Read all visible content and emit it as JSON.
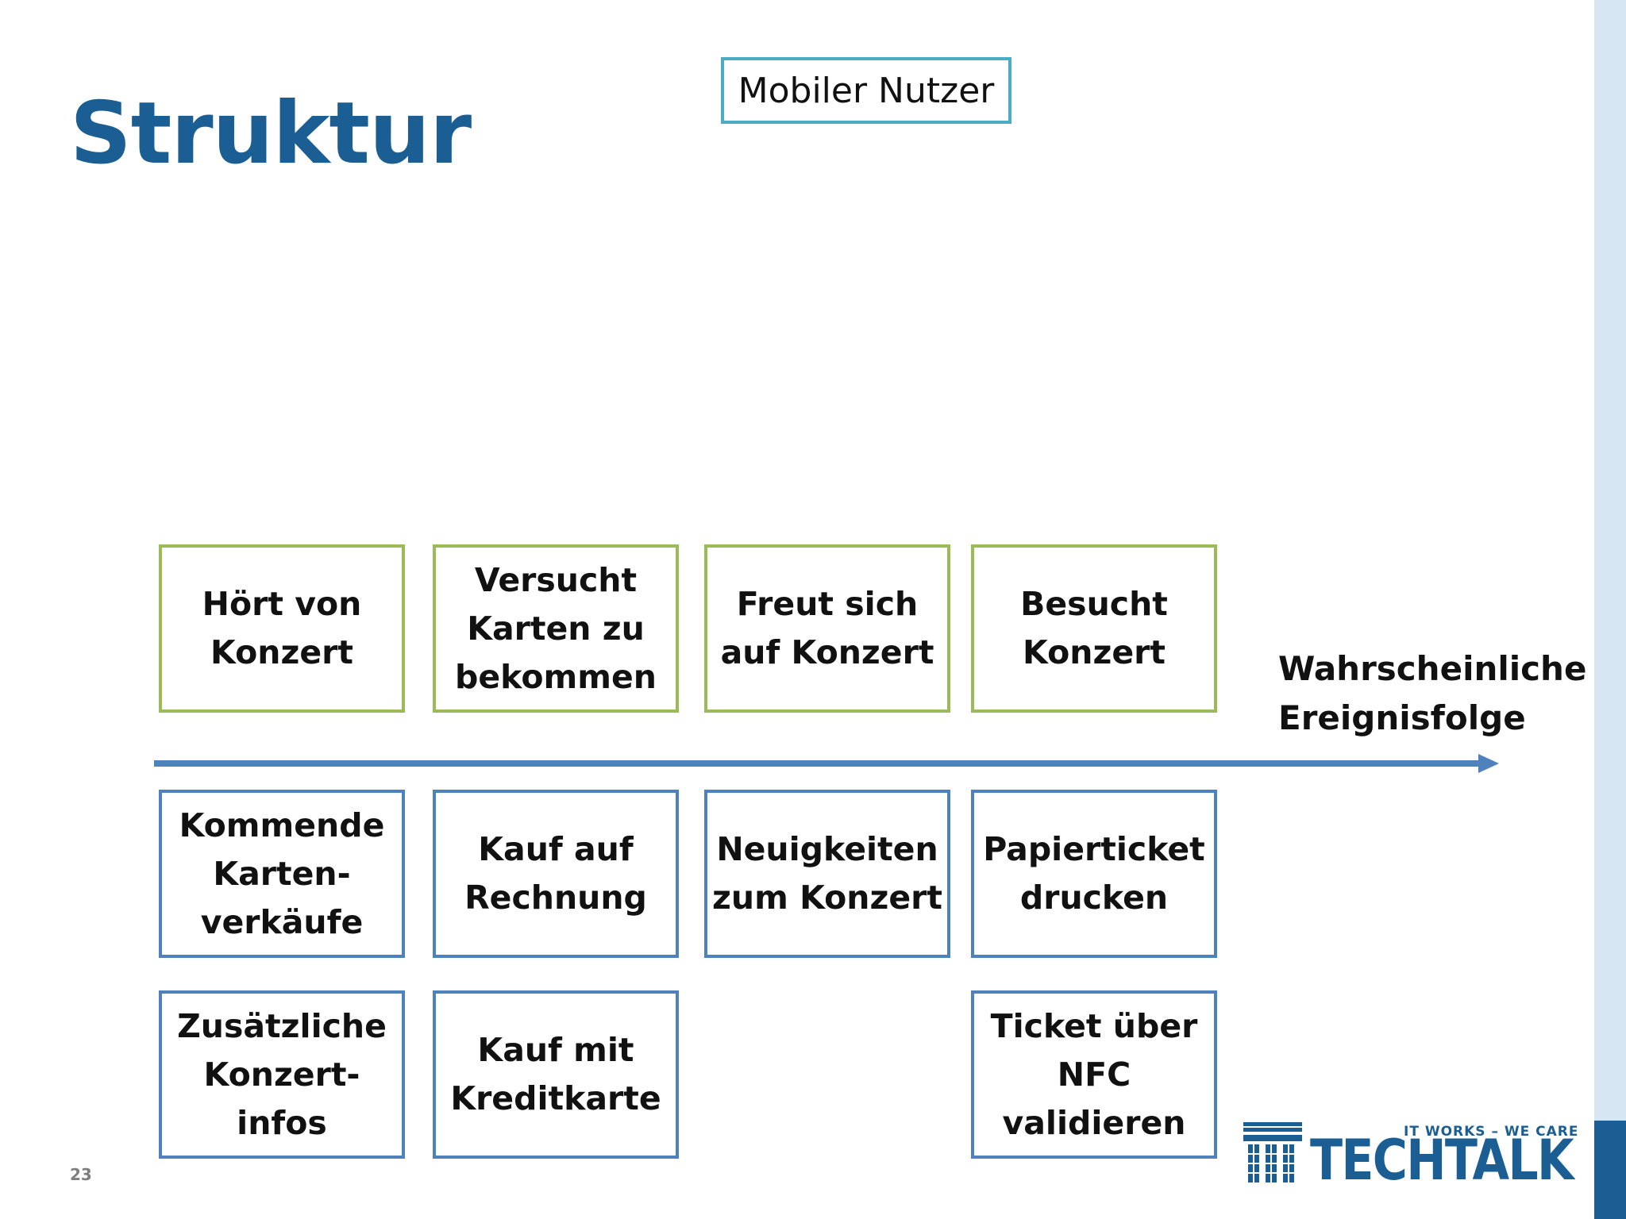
{
  "slide": {
    "title": "Struktur",
    "page_number": "23"
  },
  "user_label": "Mobiler Nutzer",
  "axis_label": "Wahrscheinliche\nEreignisfolge",
  "activities": [
    "Hört von\nKonzert",
    "Versucht\nKarten zu\nbekommen",
    "Freut sich\nauf Konzert",
    "Besucht\nKonzert"
  ],
  "features_row1": [
    "Kommende\nKarten-\nverkäufe",
    "Kauf auf\nRechnung",
    "Neuigkeiten\nzum Konzert",
    "Papierticket\ndrucken"
  ],
  "features_row2": [
    "Zusätzliche\nKonzert-\ninfos",
    "Kauf mit\nKreditkarte",
    "Ticket über\nNFC\nvalidieren"
  ],
  "logo": {
    "tagline": "IT WORKS – WE CARE",
    "name": "TECHTALK"
  },
  "colors": {
    "title": "#1a5e93",
    "user_box_border": "#4bacc6",
    "activity_border": "#9bbb59",
    "feature_border": "#4f81bd",
    "arrow": "#4f81bd",
    "side_bar": "#d6e6f2",
    "brand": "#1a5e93"
  }
}
